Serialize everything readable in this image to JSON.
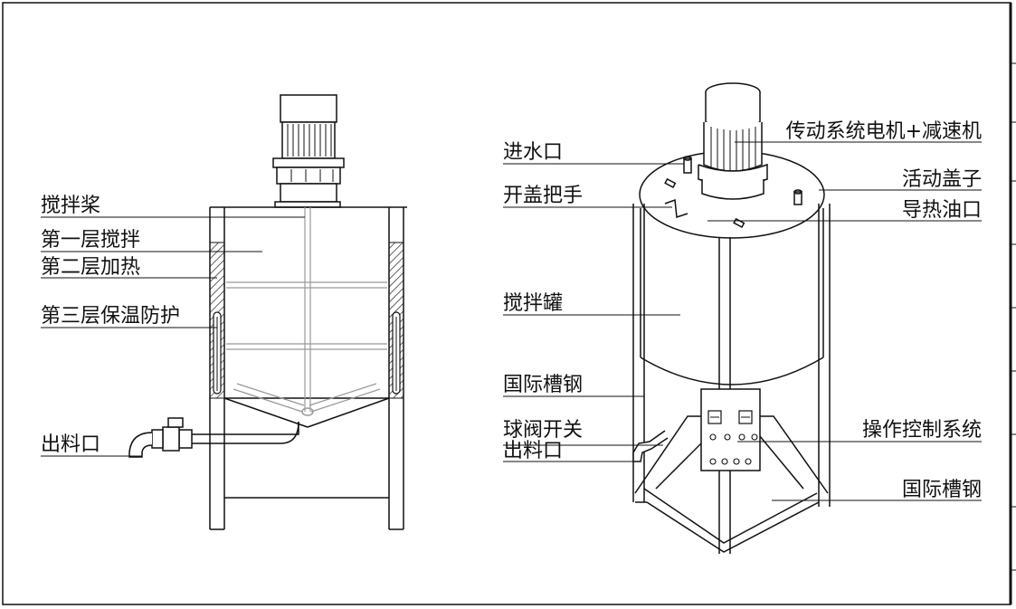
{
  "left_view": {
    "labels": {
      "stirring_paddle": "搅拌桨",
      "layer1_stirring": "第一层搅拌",
      "layer2_heating": "第二层加热",
      "layer3_insulation": "第三层保温防护",
      "outlet": "出料口"
    }
  },
  "right_view": {
    "labels": {
      "motor_reducer": "传动系统电机+减速机",
      "water_inlet": "进水口",
      "lid_handle": "开盖把手",
      "movable_lid": "活动盖子",
      "oil_port": "导热油口",
      "mixing_tank": "搅拌罐",
      "channel_steel_leg": "国际槽钢",
      "ball_valve": "球阀开关",
      "outlet": "出料口",
      "control_system": "操作控制系统",
      "channel_steel_base": "国际槽钢"
    }
  }
}
